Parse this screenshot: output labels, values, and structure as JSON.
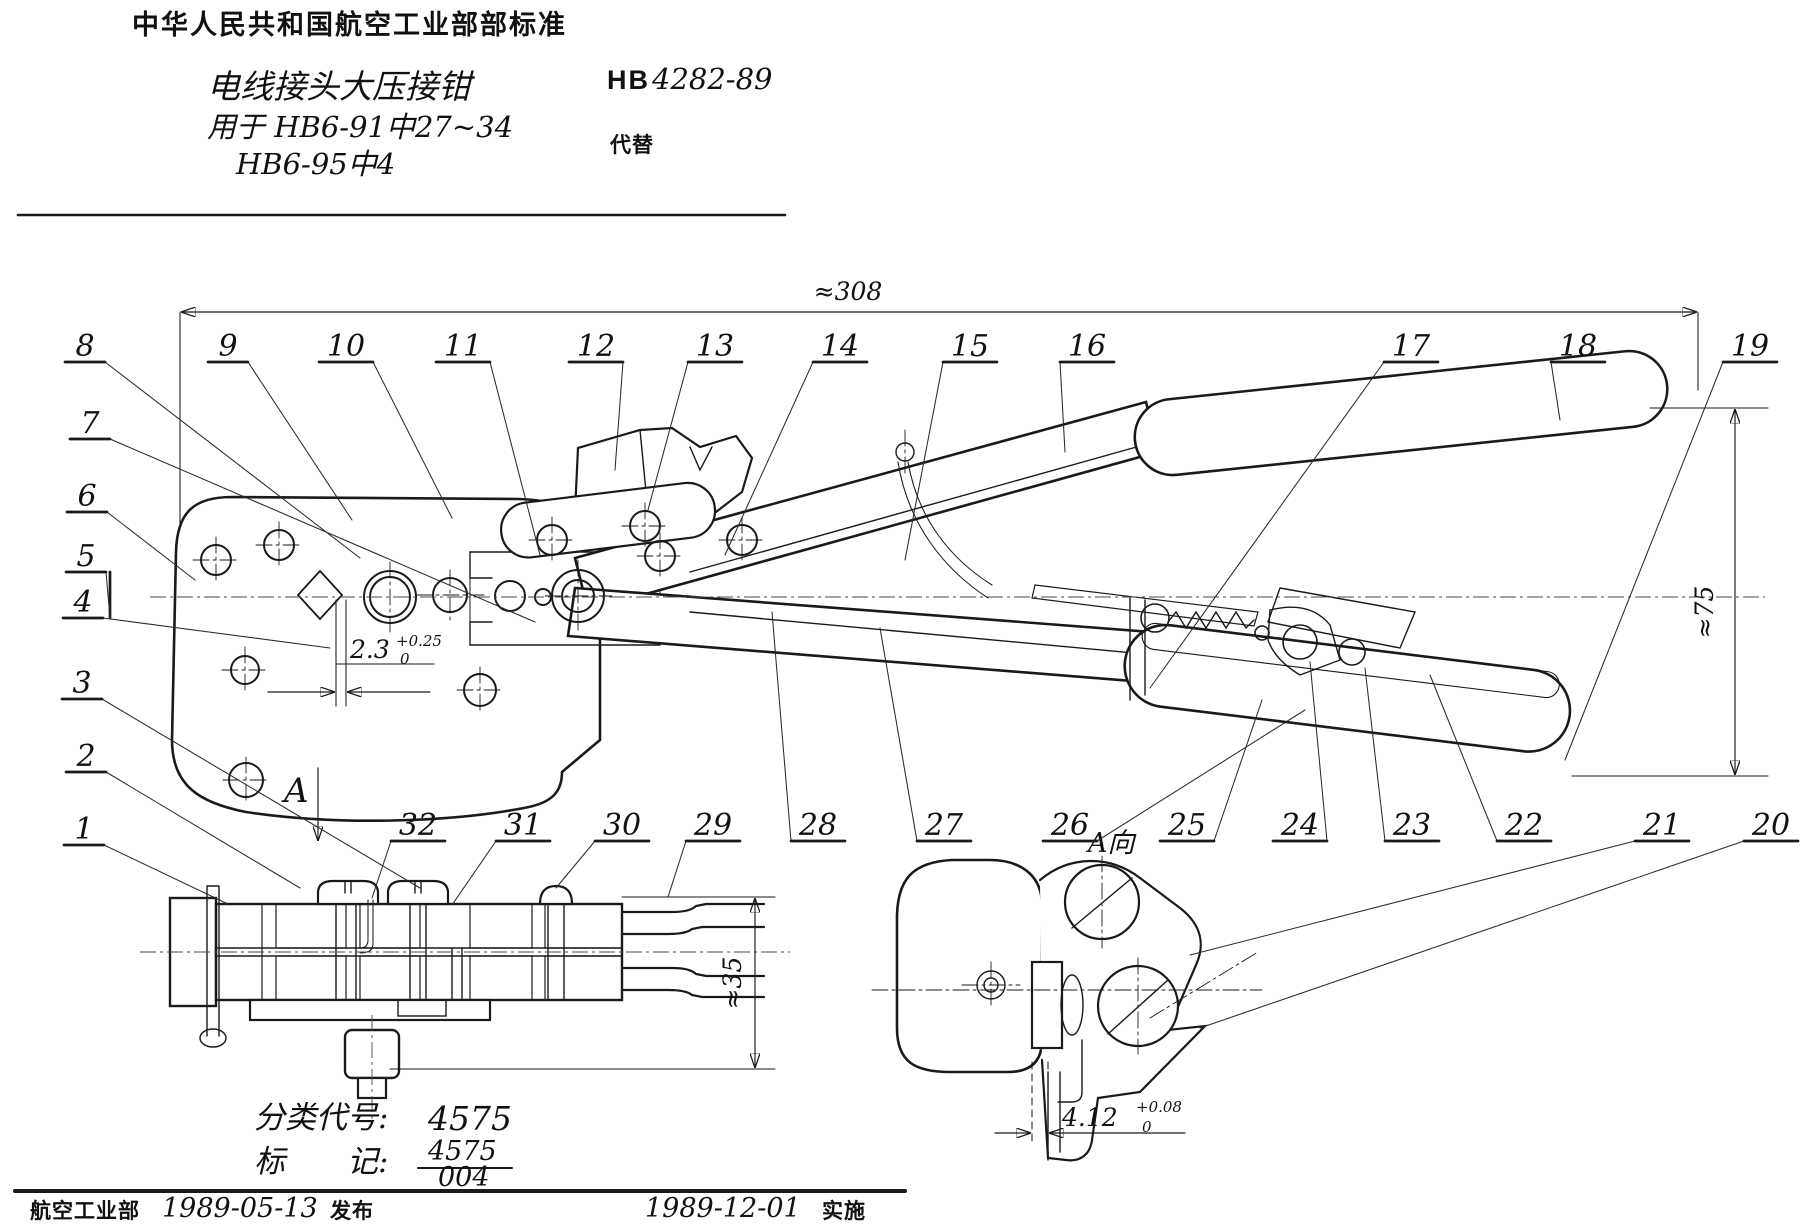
{
  "colors": {
    "ink": "#1a1a1a",
    "paper": "#ffffff"
  },
  "header": {
    "standard_org": "中华人民共和国航空工业部部标准",
    "title": "电线接头大压接钳",
    "subtitle1": "用于 HB6-91中27~34",
    "subtitle2": "HB6-95中4",
    "standard_no_prefix": "HB",
    "standard_no": "4282-89",
    "supersedes_label": "代替"
  },
  "drawing": {
    "dim_length": "≈308",
    "dim_height": "≈75",
    "dim_section_height": "≈35",
    "dim_jaw": {
      "value": "2.3",
      "tol_upper": "+0.25",
      "tol_lower": "0"
    },
    "dim_slot": {
      "value": "4.12",
      "tol_upper": "+0.08",
      "tol_lower": "0"
    },
    "view_arrow_label": "A",
    "view_label": "A向",
    "callouts": [
      "1",
      "2",
      "3",
      "4",
      "5",
      "6",
      "7",
      "8",
      "9",
      "10",
      "11",
      "12",
      "13",
      "14",
      "15",
      "16",
      "17",
      "18",
      "19",
      "20",
      "21",
      "22",
      "23",
      "24",
      "25",
      "26",
      "27",
      "28",
      "29",
      "30",
      "31",
      "32"
    ]
  },
  "notes": {
    "class_code_label": "分类代号:",
    "class_code": "4575",
    "mark_label": "标　　记:",
    "mark_numerator": "4575",
    "mark_denominator": "004"
  },
  "footer": {
    "org": "航空工业部",
    "publish_date": "1989-05-13",
    "publish_label": "发布",
    "effective_date": "1989-12-01",
    "effective_label": "实施"
  }
}
